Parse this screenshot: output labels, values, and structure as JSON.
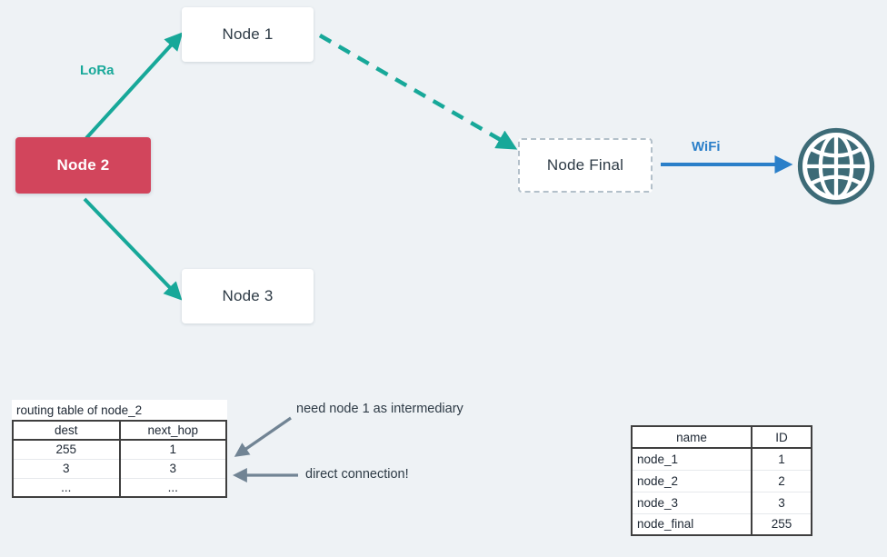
{
  "background_color": "#eef2f5",
  "nodes": [
    {
      "id": "node1",
      "label": "Node 1",
      "style": "plain"
    },
    {
      "id": "node2",
      "label": "Node 2",
      "style": "highlight"
    },
    {
      "id": "node3",
      "label": "Node 3",
      "style": "plain"
    },
    {
      "id": "nodefinal",
      "label": "Node Final",
      "style": "dashed"
    }
  ],
  "edges": {
    "lora_label": "LoRa",
    "lora_color": "#17a899",
    "wifi_label": "WiFi",
    "wifi_color": "#2a7fc9",
    "dashed_color": "#17a899",
    "annotation_arrow_color": "#718494"
  },
  "icons": {
    "globe": "globe-icon",
    "globe_color": "#3d6b77"
  },
  "annotations": [
    {
      "id": "intermediary",
      "text": "need node 1 as intermediary"
    },
    {
      "id": "direct",
      "text": "direct connection!"
    }
  ],
  "routing_table": {
    "title": "routing table of node_2",
    "headers": [
      "dest",
      "next_hop"
    ],
    "rows": [
      [
        "255",
        "1"
      ],
      [
        "3",
        "3"
      ],
      [
        "...",
        "..."
      ]
    ]
  },
  "id_table": {
    "headers": [
      "name",
      "ID"
    ],
    "rows": [
      [
        "node_1",
        "1"
      ],
      [
        "node_2",
        "2"
      ],
      [
        "node_3",
        "3"
      ],
      [
        "node_final",
        "255"
      ]
    ]
  }
}
